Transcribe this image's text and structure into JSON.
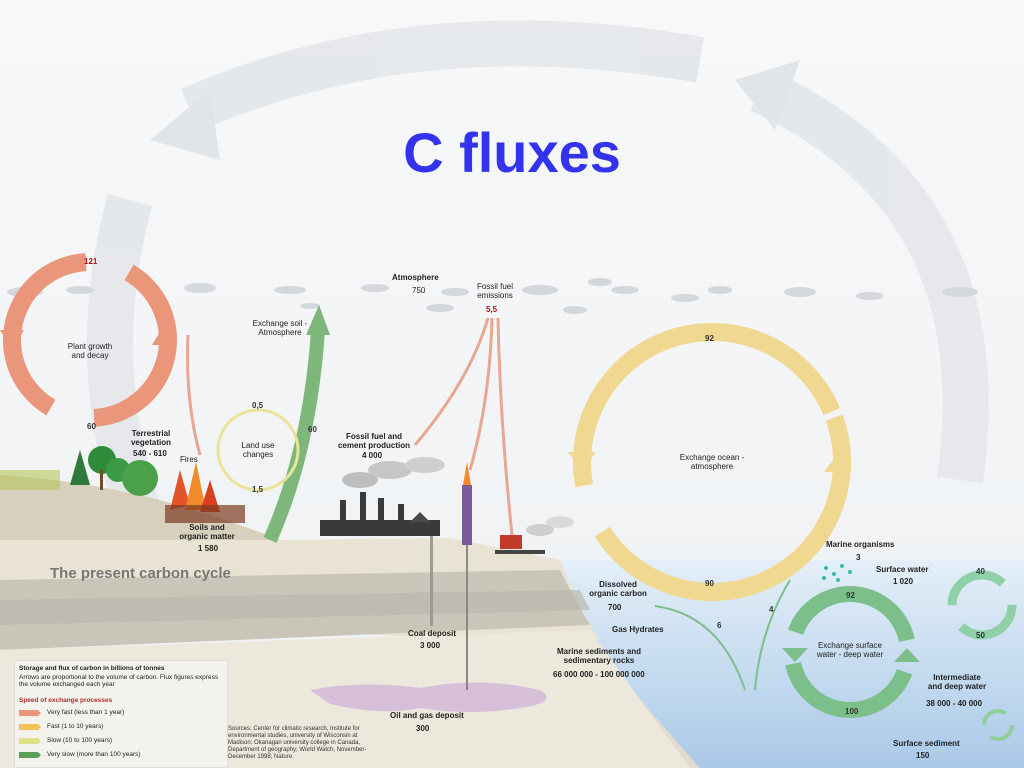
{
  "title": "C fluxes",
  "diagram_title": "The present carbon cycle",
  "labels": {
    "atmosphere": "Atmosphere",
    "atmosphere_value": "750",
    "fossil_fuel_emissions": "Fossil fuel emissions",
    "fossil_fuel_emissions_value": "5,5",
    "exchange_soil_atmosphere": "Exchange soil - Atmosphere",
    "exchange_soil_value": "60",
    "plant_growth": "Plant growth and decay",
    "plant_top_value": "121",
    "plant_bottom_value": "60",
    "terrestrial_vegetation": "Terrestrial vegetation",
    "terrestrial_vegetation_value": "540 - 610",
    "fires": "Fires",
    "land_use_changes": "Land use changes",
    "land_use_top": "0,5",
    "land_use_bottom": "1,5",
    "soils": "Soils and organic matter",
    "soils_value": "1 580",
    "fossil_fuel_cement": "Fossil fuel and cement production",
    "fossil_fuel_cement_value": "4 000",
    "coal_deposit": "Coal deposit",
    "coal_deposit_value": "3 000",
    "oil_gas": "Oil and gas deposit",
    "oil_gas_value": "300",
    "exchange_ocean": "Exchange ocean - atmosphere",
    "ocean_top_value": "92",
    "ocean_bottom_value": "90",
    "marine_organisms": "Marine organisms",
    "marine_organisms_value": "3",
    "surface_water": "Surface water",
    "surface_water_value": "1 020",
    "dissolved_organic": "Dissolved organic carbon",
    "dissolved_organic_value": "700",
    "gas_hydrates": "Gas Hydrates",
    "flux_6": "6",
    "flux_4": "4",
    "marine_sediments": "Marine sediments and sedimentary rocks",
    "marine_sediments_value": "66 000 000 - 100 000 000",
    "exchange_surface_deep": "Exchange surface water - deep water",
    "deep_top_value": "92",
    "deep_bottom_value": "100",
    "small_cycle_top": "40",
    "small_cycle_bottom": "50",
    "intermediate_deep": "Intermediate and deep water",
    "intermediate_deep_value": "38 000 - 40 000",
    "surface_sediment": "Surface sediment",
    "surface_sediment_value": "150"
  },
  "legend": {
    "heading": "Storage and flux of carbon in billions of tonnes",
    "note": "Arrows are proportional to the volume of carbon. Flux figures express the volume exchanged each year",
    "speed_heading": "Speed of exchange processes",
    "items": [
      {
        "label": "Very fast (less than 1 year)",
        "color": "#e9967a"
      },
      {
        "label": "Fast (1 to 10 years)",
        "color": "#f2c25a"
      },
      {
        "label": "Slow (10 to 100 years)",
        "color": "#dfe08a"
      },
      {
        "label": "Very slow (more than 100 years)",
        "color": "#5aa05a"
      }
    ]
  },
  "sources": "Sources: Center for climatic research, Institute for environmental studies, university of Wisconsin at Madison; Okanagan university college in Canada, Department of geography; World Watch, November-December 1998; Nature.",
  "colors": {
    "title": "#3333ee",
    "very_fast": "#e9967a",
    "fast": "#f2c25a",
    "slow": "#dfe08a",
    "very_slow": "#5aa05a",
    "ocean": "#cfe3f2"
  }
}
